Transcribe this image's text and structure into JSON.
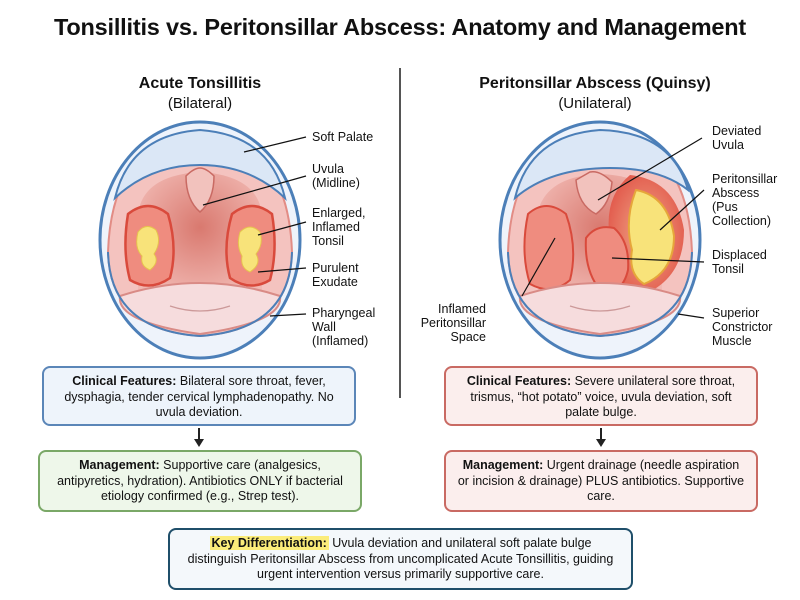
{
  "title": "Tonsillitis vs. Peritonsillar Abscess: Anatomy and Management",
  "left": {
    "heading": "Acute Tonsillitis",
    "subheading": "(Bilateral)",
    "labels": {
      "soft_palate": "Soft Palate",
      "uvula": "Uvula\n(Midline)",
      "tonsil": "Enlarged,\nInflamed\nTonsil",
      "exudate": "Purulent\nExudate",
      "wall": "Pharyngeal\nWall\n(Inflamed)"
    },
    "features_label": "Clinical Features:",
    "features_text": " Bilateral sore throat, fever, dysphagia, tender cervical lymphadenopathy. No uvula deviation.",
    "management_label": "Management:",
    "management_text": " Supportive care (analgesics, antipyretics, hydration). Antibiotics ONLY if bacterial etiology confirmed (e.g., Strep test)."
  },
  "right": {
    "heading": "Peritonsillar Abscess (Quinsy)",
    "subheading": "(Unilateral)",
    "labels": {
      "uvula": "Deviated\nUvula",
      "abscess": "Peritonsillar\nAbscess\n(Pus\nCollection)",
      "tonsil": "Displaced\nTonsil",
      "space": "Inflamed\nPeritonsillar\nSpace",
      "muscle": "Superior\nConstrictor\nMuscle"
    },
    "features_label": "Clinical Features:",
    "features_text": " Severe unilateral sore throat, trismus, “hot potato” voice, uvula deviation, soft palate bulge.",
    "management_label": "Management:",
    "management_text": " Urgent drainage (needle aspiration or incision & drainage) PLUS antibiotics. Supportive care."
  },
  "key": {
    "label": "Key Differentiation:",
    "text": " Uvula deviation and unilateral soft palate bulge distinguish Peritonsillar Abscess from uncomplicated Acute Tonsillitis, guiding urgent intervention versus primarily supportive care."
  },
  "colors": {
    "mucosa": "#e9a19b",
    "inflamed": "#e05b4d",
    "outline": "#4c7fb8",
    "palate": "#dbe7f6",
    "pus": "#f8e37a",
    "tongue": "#f6dcdd"
  }
}
